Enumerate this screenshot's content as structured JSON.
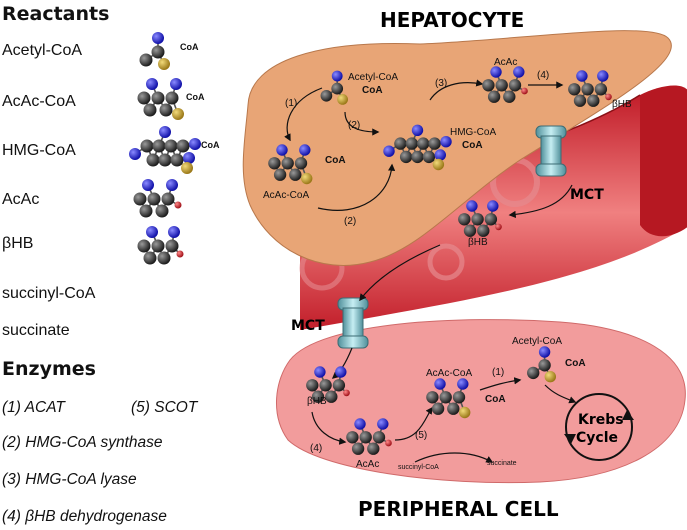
{
  "reactants": {
    "heading": "Reactants",
    "items": [
      "Acetyl-CoA",
      "AcAc-CoA",
      "HMG-CoA",
      "AcAc",
      "βHB",
      "succinyl-CoA",
      "succinate"
    ],
    "coa_tag": "CoA"
  },
  "enzymes": {
    "heading": "Enzymes",
    "items": [
      "(1) ACAT",
      "(5) SCOT",
      "(2) HMG-CoA synthase",
      "(3) HMG-CoA lyase",
      "(4) βHB dehydrogenase"
    ]
  },
  "hepatocyte": {
    "title": "HEPATOCYTE",
    "labels": {
      "acetyl": "Acetyl-CoA",
      "coa": "CoA",
      "acac_coa": "AcAc-CoA",
      "hmg": "HMG-CoA",
      "acac": "AcAc",
      "bhb": "βHB"
    },
    "steps": [
      "(1)",
      "(2)",
      "(2)",
      "(3)",
      "(4)"
    ]
  },
  "blood": {
    "mct_top": "MCT",
    "mct_bottom": "MCT",
    "bhb": "βHB"
  },
  "peripheral": {
    "title": "PERIPHERAL CELL",
    "labels": {
      "acetyl": "Acetyl-CoA",
      "coa": "CoA",
      "acac_coa": "AcAc-CoA",
      "bhb": "βHB",
      "acac": "AcAc",
      "succinyl": "succinyl-CoA",
      "succinate": "succinate"
    },
    "steps": [
      "(1)",
      "(4)",
      "(5)"
    ],
    "krebs_line1": "Krebs",
    "krebs_line2": "Cycle"
  },
  "colors": {
    "hepatocyte_fill": "#e8a576",
    "peripheral_fill": "#f29c9c",
    "vessel": "#d9303a",
    "carbon": "#3a3a3a",
    "oxygen": "#2a2ad0",
    "hydrogen": "#c8202a",
    "coa_sulfur": "#c8a235",
    "mct": "#8cc3cc"
  }
}
